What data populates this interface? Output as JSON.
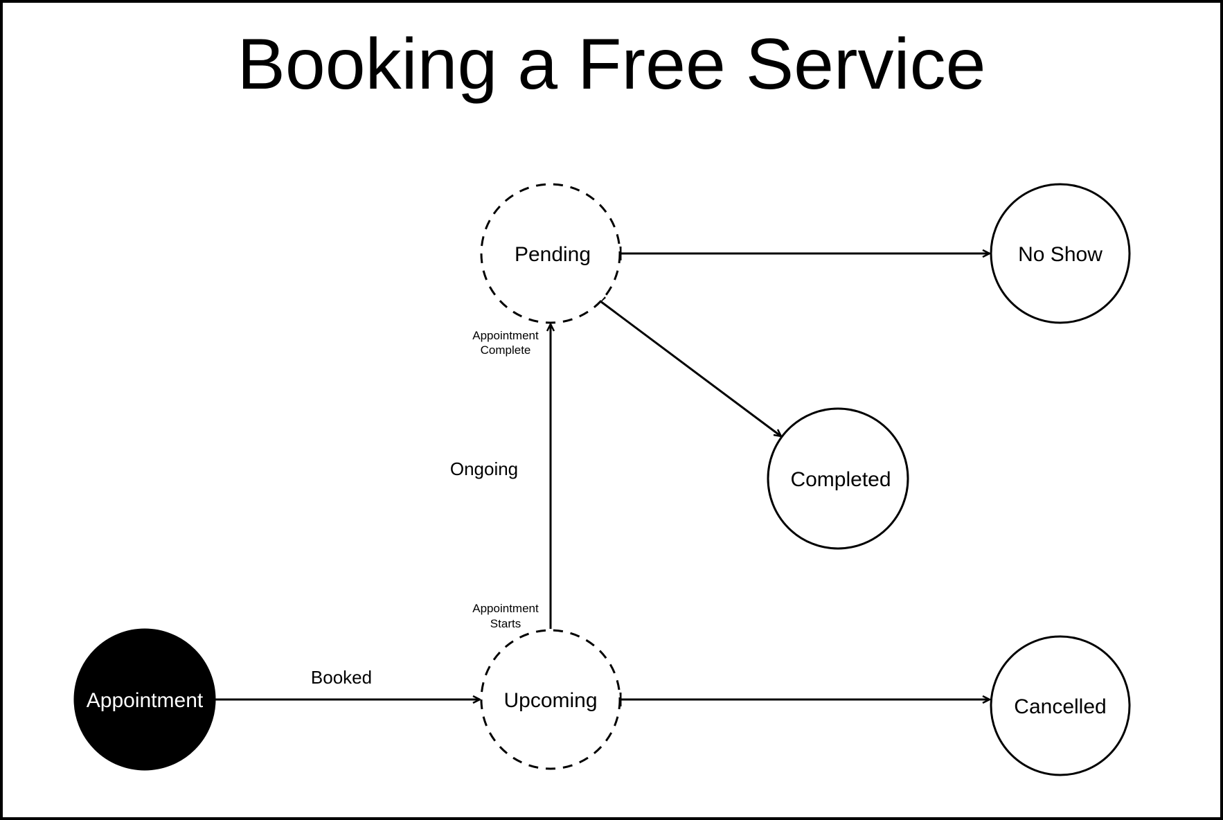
{
  "title": "Booking a Free Service",
  "colors": {
    "stroke": "#000000",
    "background": "#ffffff",
    "initial_fill": "#000000",
    "initial_text": "#ffffff"
  },
  "nodes": [
    {
      "id": "appointment",
      "label": "Appointment",
      "style": "filled"
    },
    {
      "id": "upcoming",
      "label": "Upcoming",
      "style": "dashed"
    },
    {
      "id": "pending",
      "label": "Pending",
      "style": "dashed"
    },
    {
      "id": "no_show",
      "label": "No Show",
      "style": "solid"
    },
    {
      "id": "completed",
      "label": "Completed",
      "style": "solid"
    },
    {
      "id": "cancelled",
      "label": "Cancelled",
      "style": "solid"
    }
  ],
  "edges": [
    {
      "from": "appointment",
      "to": "upcoming",
      "label": "Booked"
    },
    {
      "from": "upcoming",
      "to": "pending",
      "label": "Ongoing",
      "start_label": [
        "Appointment",
        "Starts"
      ],
      "end_label": [
        "Appointment",
        "Complete"
      ]
    },
    {
      "from": "pending",
      "to": "no_show",
      "label": ""
    },
    {
      "from": "pending",
      "to": "completed",
      "label": ""
    },
    {
      "from": "upcoming",
      "to": "cancelled",
      "label": ""
    }
  ]
}
